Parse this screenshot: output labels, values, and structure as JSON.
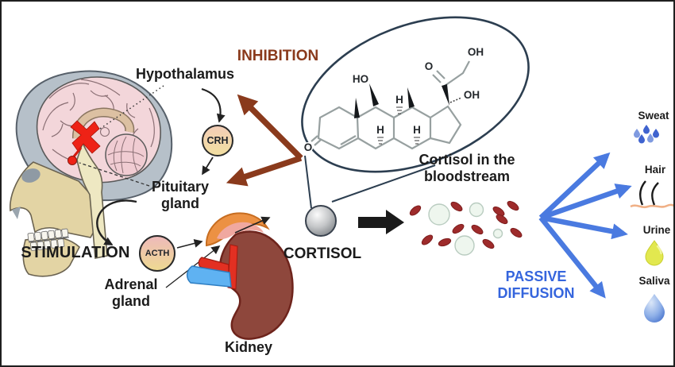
{
  "figure": {
    "labels": {
      "hypothalamus": "Hypothalamus",
      "pituitary": [
        "Pituitary",
        "gland"
      ],
      "adrenal": [
        "Adrenal",
        "gland"
      ],
      "kidney": "Kidney",
      "stimulation": "STIMULATION",
      "inhibition": "INHIBITION",
      "cortisol": "CORTISOL",
      "crh": "CRH",
      "acth": "ACTH",
      "bloodstream": [
        "Cortisol in the",
        "bloodstream"
      ],
      "passive_diffusion": [
        "PASSIVE",
        "DIFFUSION"
      ]
    },
    "targets": [
      {
        "label": "Sweat",
        "icon": "sweat-droplets-icon"
      },
      {
        "label": "Hair",
        "icon": "hair-strands-icon"
      },
      {
        "label": "Urine",
        "icon": "urine-drop-icon"
      },
      {
        "label": "Saliva",
        "icon": "saliva-drop-icon"
      }
    ],
    "molecule_atoms": {
      "o_ketone": "O",
      "ho_left": "HO",
      "o_chain": "O",
      "oh_chain": "OH",
      "oh_c17": "OH",
      "h_a": "H",
      "h_b": "H",
      "h_c": "H"
    }
  },
  "colors": {
    "inhibition_brown": "#8a3a1c",
    "passive_blue": "#3565dd",
    "arrow_blue": "#4a7ae0",
    "red_blood_cell": "#9e2b2b",
    "kidney_red": "#8e473c",
    "adrenal_orange": "#ec9143",
    "hormone_red": "#ee2216"
  }
}
